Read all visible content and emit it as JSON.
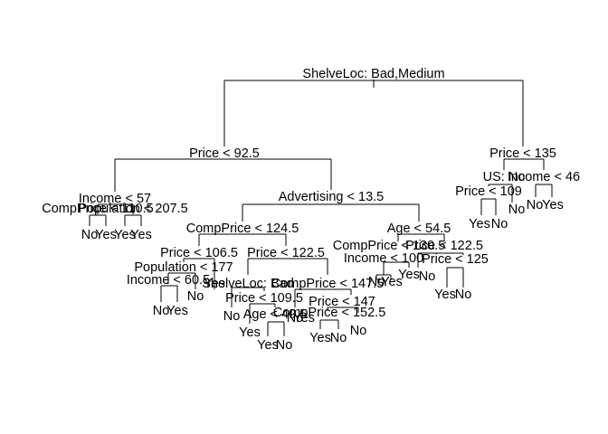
{
  "tree": {
    "nodes": [
      {
        "id": "root",
        "label": "ShelveLoc: Bad,Medium"
      },
      {
        "id": "n_price_92",
        "label": "Price < 92.5"
      },
      {
        "id": "n_price_135",
        "label": "Price < 135"
      },
      {
        "id": "n_income_57",
        "label": "Income < 57"
      },
      {
        "id": "n_advertising_13",
        "label": "Advertising < 13.5"
      },
      {
        "id": "n_comppop_left",
        "label": "CompPrice < 110.5"
      },
      {
        "id": "n_population_207",
        "label": "Population < 207.5"
      },
      {
        "id": "n_compprice_124",
        "label": "CompPrice < 124.5"
      },
      {
        "id": "n_age_54",
        "label": "Age < 54.5"
      },
      {
        "id": "n_price_106",
        "label": "Price < 106.5"
      },
      {
        "id": "n_price_122a",
        "label": "Price < 122.5"
      },
      {
        "id": "n_population_177",
        "label": "Population < 177"
      },
      {
        "id": "n_income_60",
        "label": "Income < 60.5"
      },
      {
        "id": "n_shelveloc_bad",
        "label": "ShelveLoc: Bad"
      },
      {
        "id": "n_price_109",
        "label": "Price < 109.5"
      },
      {
        "id": "n_age_49",
        "label": "Age < 49.5"
      },
      {
        "id": "n_compprice_147",
        "label": "CompPrice < 147.5"
      },
      {
        "id": "n_price_147",
        "label": "Price < 147"
      },
      {
        "id": "n_compprice_152",
        "label": "CompPrice < 152.5"
      },
      {
        "id": "n_compprice_130",
        "label": "CompPrice < 130.5"
      },
      {
        "id": "n_income_100",
        "label": "Income < 100"
      },
      {
        "id": "n_price_122b",
        "label": "Price < 122.5"
      },
      {
        "id": "n_price_125",
        "label": "Price < 125"
      },
      {
        "id": "n_us",
        "label": "US: No"
      },
      {
        "id": "n_income_46",
        "label": "Income < 46"
      },
      {
        "id": "n_price_109r",
        "label": "Price < 109"
      }
    ],
    "leaves": [
      "No",
      "Yes",
      "Yes",
      "Yes",
      "No",
      "Yes",
      "No",
      "Yes",
      "No",
      "Yes",
      "No",
      "Yes",
      "No",
      "Yes",
      "No",
      "No",
      "Yes",
      "No",
      "Yes",
      "No",
      "Yes",
      "No",
      "Yes",
      "No",
      "Yes",
      "No",
      "No",
      "Yes"
    ]
  }
}
